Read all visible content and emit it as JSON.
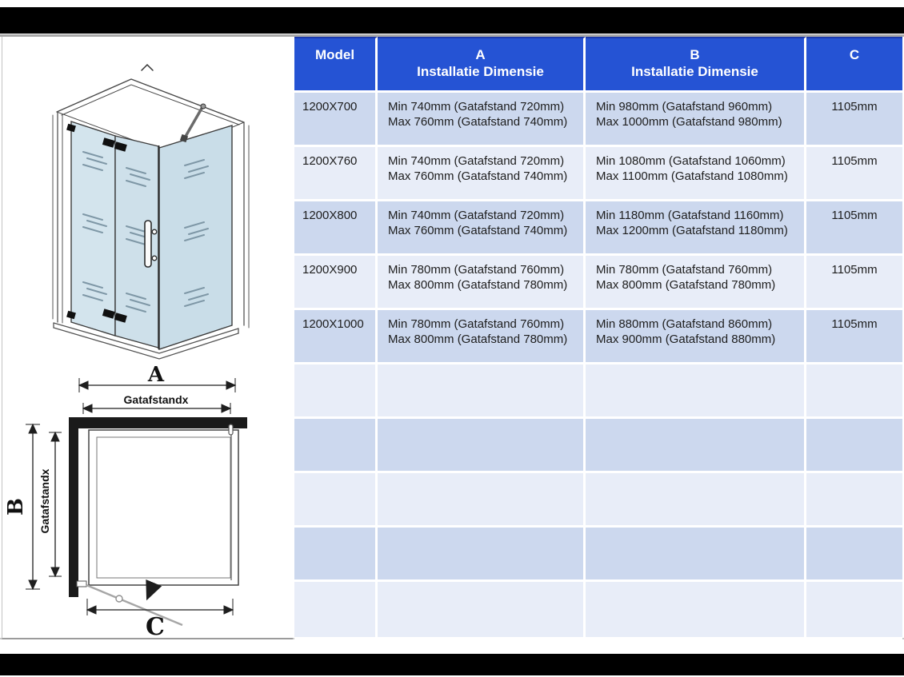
{
  "diagram": {
    "dim_a_label": "A",
    "dim_b_label": "B",
    "dim_c_label": "C",
    "hole_distance_h_label": "Gatafstandx",
    "hole_distance_v_label": "Gatafstandx"
  },
  "table": {
    "header": {
      "model": "Model",
      "a_title": "A",
      "a_subtitle": "Installatie Dimensie",
      "b_title": "B",
      "b_subtitle": "Installatie Dimensie",
      "c_title": "C"
    },
    "rows": [
      {
        "model": "1200X700",
        "a1": "Min 740mm (Gatafstand 720mm)",
        "a2": "Max 760mm (Gatafstand 740mm)",
        "b1": "Min 980mm (Gatafstand 960mm)",
        "b2": "Max 1000mm (Gatafstand 980mm)",
        "c": "1105mm"
      },
      {
        "model": "1200X760",
        "a1": "Min 740mm (Gatafstand 720mm)",
        "a2": "Max 760mm (Gatafstand 740mm)",
        "b1": "Min 1080mm (Gatafstand 1060mm)",
        "b2": "Max 1100mm (Gatafstand 1080mm)",
        "c": "1105mm"
      },
      {
        "model": "1200X800",
        "a1": "Min 740mm (Gatafstand 720mm)",
        "a2": "Max 760mm (Gatafstand 740mm)",
        "b1": "Min 1180mm (Gatafstand 1160mm)",
        "b2": "Max 1200mm (Gatafstand 1180mm)",
        "c": "1105mm"
      },
      {
        "model": "1200X900",
        "a1": "Min 780mm (Gatafstand 760mm)",
        "a2": "Max 800mm (Gatafstand 780mm)",
        "b1": "Min 780mm (Gatafstand 760mm)",
        "b2": "Max 800mm (Gatafstand 780mm)",
        "c": "1105mm"
      },
      {
        "model": "1200X1000",
        "a1": "Min 780mm (Gatafstand 760mm)",
        "a2": "Max 800mm (Gatafstand 780mm)",
        "b1": "Min 880mm (Gatafstand 860mm)",
        "b2": "Max 900mm (Gatafstand 880mm)",
        "c": "1105mm"
      },
      {
        "model": "",
        "a1": "",
        "a2": "",
        "b1": "",
        "b2": "",
        "c": ""
      },
      {
        "model": "",
        "a1": "",
        "a2": "",
        "b1": "",
        "b2": "",
        "c": ""
      },
      {
        "model": "",
        "a1": "",
        "a2": "",
        "b1": "",
        "b2": "",
        "c": ""
      },
      {
        "model": "",
        "a1": "",
        "a2": "",
        "b1": "",
        "b2": "",
        "c": ""
      },
      {
        "model": "",
        "a1": "",
        "a2": "",
        "b1": "",
        "b2": "",
        "c": ""
      }
    ]
  },
  "colors": {
    "header_bg": "#2553d4",
    "row_dark": "#ccd8ee",
    "row_light": "#e8edf8",
    "glass": "#cfe1ea"
  }
}
